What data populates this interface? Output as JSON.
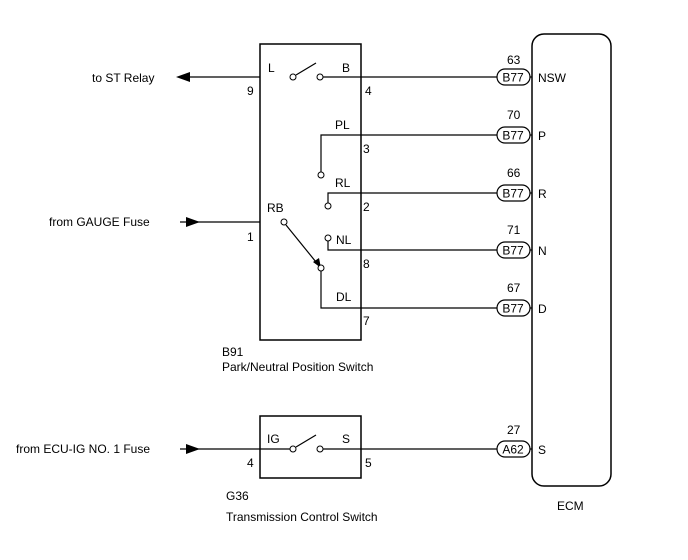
{
  "external_signals": {
    "to_st_relay": "to ST Relay",
    "from_gauge_fuse": "from GAUGE Fuse",
    "from_ecu_ig_fuse": "from ECU-IG NO. 1 Fuse"
  },
  "park_neutral_switch": {
    "code": "B91",
    "name": "Park/Neutral Position Switch",
    "terminals": {
      "L": "L",
      "B": "B",
      "PL": "PL",
      "RL": "RL",
      "RB": "RB",
      "NL": "NL",
      "DL": "DL"
    },
    "pins": {
      "L": "9",
      "B": "4",
      "PL": "3",
      "RL": "2",
      "RB": "1",
      "NL": "8",
      "DL": "7"
    }
  },
  "transmission_switch": {
    "code": "G36",
    "name": "Transmission Control Switch",
    "terminals": {
      "IG": "IG",
      "S": "S"
    },
    "pins": {
      "IG": "4",
      "S": "5"
    }
  },
  "ecm": {
    "label": "ECM",
    "inputs": [
      {
        "pin": "63",
        "connector": "B77",
        "terminal": "NSW"
      },
      {
        "pin": "70",
        "connector": "B77",
        "terminal": "P"
      },
      {
        "pin": "66",
        "connector": "B77",
        "terminal": "R"
      },
      {
        "pin": "71",
        "connector": "B77",
        "terminal": "N"
      },
      {
        "pin": "67",
        "connector": "B77",
        "terminal": "D"
      },
      {
        "pin": "27",
        "connector": "A62",
        "terminal": "S"
      }
    ]
  }
}
